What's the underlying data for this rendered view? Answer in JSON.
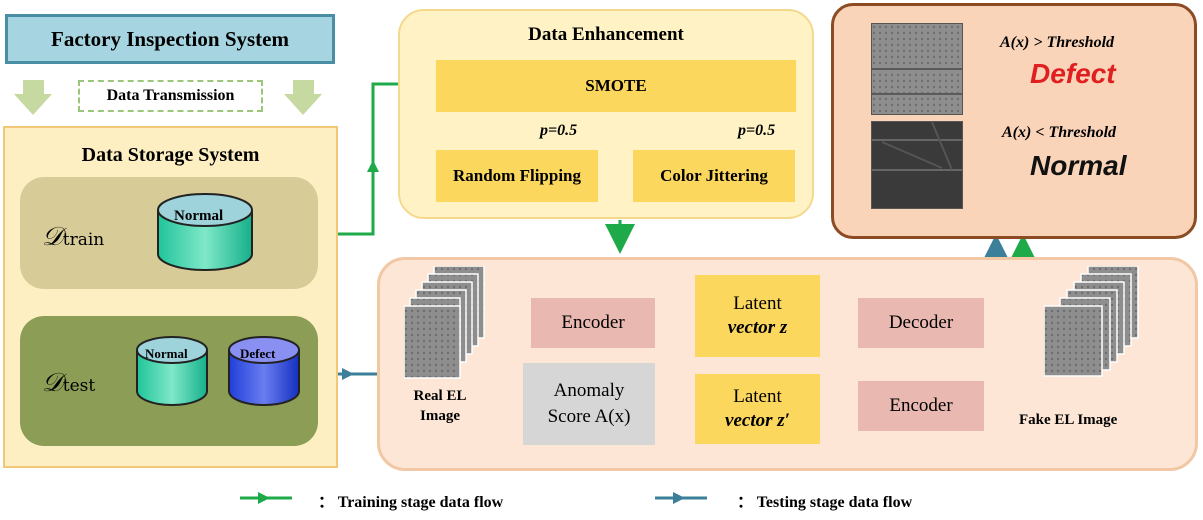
{
  "factory": {
    "title": "Factory Inspection System"
  },
  "transmission": {
    "label": "Data Transmission"
  },
  "storage": {
    "title": "Data Storage System",
    "train_label": "𝒟",
    "train_sub": "train",
    "test_label": "𝒟",
    "test_sub": "test",
    "train_db": "Normal",
    "test_db_normal": "Normal",
    "test_db_defect": "Defect"
  },
  "enhancement": {
    "title": "Data Enhancement",
    "smote": "SMOTE",
    "p_left": "p=0.5",
    "p_right": "p=0.5",
    "flip": "Random Flipping",
    "jitter": "Color Jittering"
  },
  "results": {
    "cond_defect": "A(x) > Threshold",
    "defect": "Defect",
    "cond_normal": "A(x) < Threshold",
    "normal": "Normal"
  },
  "network": {
    "encoder1": "Encoder",
    "latent1_a": "Latent",
    "latent1_b": "vector z",
    "decoder": "Decoder",
    "anomaly_a": "Anomaly",
    "anomaly_b": "Score A(x)",
    "latent2_a": "Latent",
    "latent2_b": "vector z′",
    "encoder2": "Encoder",
    "real_a": "Real EL",
    "real_b": "Image",
    "fake": "Fake EL Image"
  },
  "legend": {
    "training": "：  Training stage data flow",
    "testing": "：  Testing stage data flow"
  },
  "colors": {
    "training": "#1faa4a",
    "testing": "#3b7f99",
    "defect": "#e02020"
  }
}
